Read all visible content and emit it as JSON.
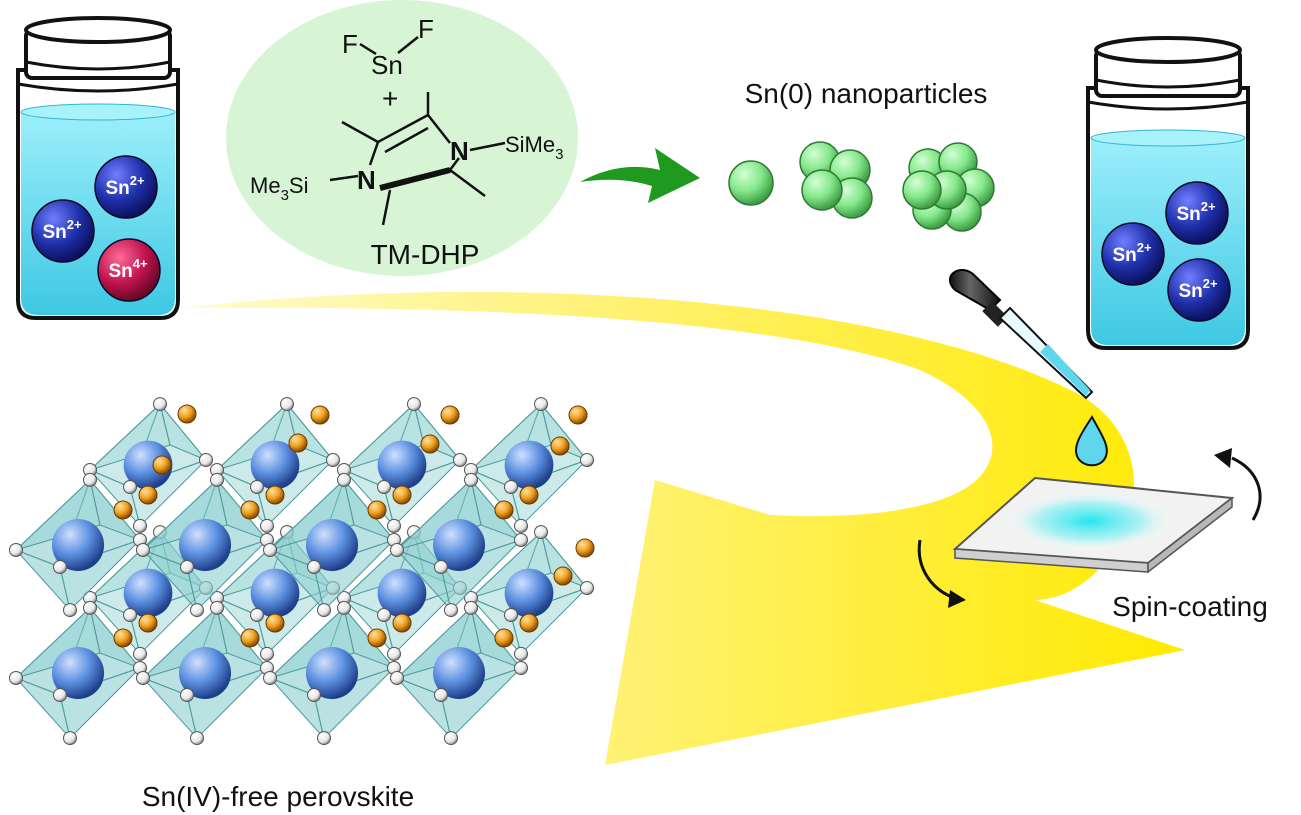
{
  "labels": {
    "nanoparticles": "Sn(0) nanoparticles",
    "spin_coating": "Spin-coating",
    "perovskite": "Sn(IV)-free perovskite",
    "reagent_name": "TM-DHP"
  },
  "reagents": {
    "f_left": "F",
    "f_right": "F",
    "sn": "Sn",
    "plus": "+",
    "n": "N",
    "si_me3_left_a": "Me",
    "si_me3_left_sub": "3",
    "si_me3_left_b": "Si",
    "si_me3_right_a": "SiMe",
    "si_me3_right_sub": "3"
  },
  "left_vial_ions": [
    {
      "base": "Sn",
      "charge": "2+",
      "color": "#1f2fa8"
    },
    {
      "base": "Sn",
      "charge": "2+",
      "color": "#1f2fa8"
    },
    {
      "base": "Sn",
      "charge": "4+",
      "color": "#c0134e"
    }
  ],
  "right_vial_ions": [
    {
      "base": "Sn",
      "charge": "2+",
      "color": "#1f2fa8"
    },
    {
      "base": "Sn",
      "charge": "2+",
      "color": "#1f2fa8"
    },
    {
      "base": "Sn",
      "charge": "2+",
      "color": "#1f2fa8"
    }
  ],
  "colors": {
    "solution": "#5fd6ec",
    "yellow_arrow": "#ffee22",
    "green_arrow": "#1f9a1f",
    "nanoparticle": "#86e88c",
    "reagent_bubble": "#d7f5d4",
    "octahedron": "#8fd1d1",
    "b_site": "#5b8fe0",
    "a_site": "#f0a020"
  }
}
